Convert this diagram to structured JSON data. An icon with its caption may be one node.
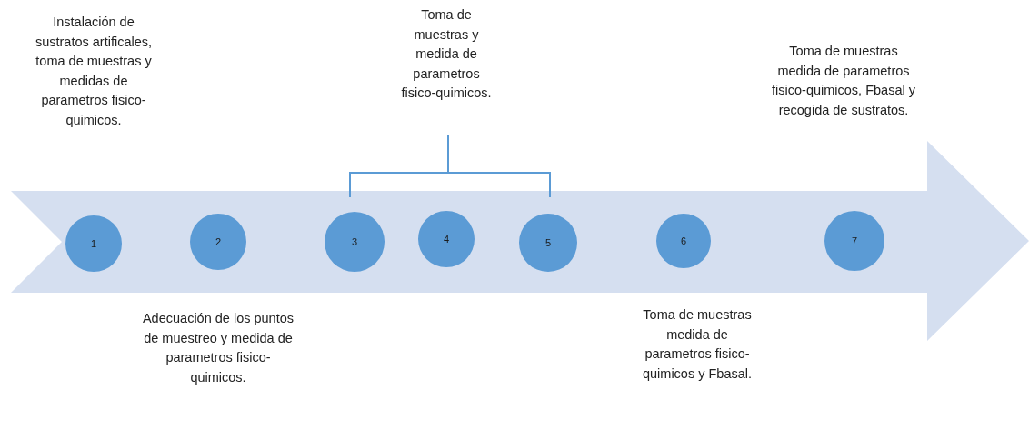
{
  "diagram": {
    "nodes": [
      {
        "text": [
          "1"
        ]
      },
      {
        "text": [
          "2"
        ]
      },
      {
        "text": [
          "3"
        ]
      },
      {
        "text": [
          "4"
        ]
      },
      {
        "text": [
          "5"
        ]
      },
      {
        "text": [
          "6"
        ]
      },
      {
        "text": [
          "7"
        ]
      }
    ],
    "edges": [],
    "labels": [
      "Instalación de sustratos artificales, toma de muestras y medidas de parametros fisico-quimicos.",
      "Toma de muestras y medida de parametros fisico-quimicos.",
      "Toma de muestras medida de parametros fisico-quimicos, Fbasal y recogida de sustratos.",
      "Adecuación de los puntos de muestreo y medida de parametros fisico-quimicos.",
      "Toma de muestras medida de parametros fisico-quimicos y Fbasal."
    ]
  }
}
